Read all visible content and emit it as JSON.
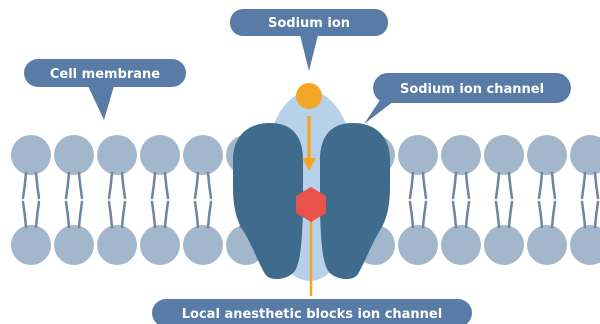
{
  "labels": {
    "sodium_ion": "Sodium ion",
    "cell_membrane": "Cell membrane",
    "sodium_ion_channel": "Sodium ion channel",
    "local_anesthetic": "Local anesthetic blocks ion channel"
  },
  "colors": {
    "membrane_head": "#a2b6cc",
    "membrane_tail": "#6f86a1",
    "callout_fill": "#587ca6",
    "channel_dark": "#3f6b8c",
    "channel_light": "#b8d1ea",
    "sodium_ion": "#f2a623",
    "arrow": "#f2a623",
    "anesthetic": "#e85249"
  }
}
